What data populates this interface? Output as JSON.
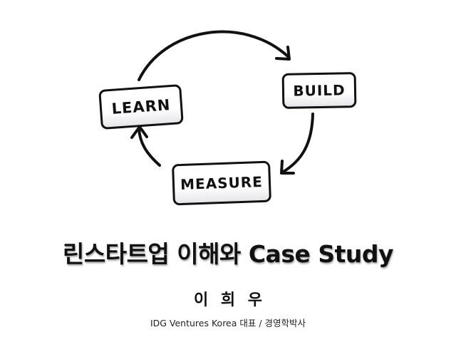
{
  "slide": {
    "diagram": {
      "name": "Build-Measure-Learn loop",
      "stages": [
        {
          "label": "LEARN"
        },
        {
          "label": "BUILD"
        },
        {
          "label": "MEASURE"
        }
      ],
      "line_color": "#111111"
    },
    "title": "린스타트업 이해와 Case Study",
    "author": "이 희 우",
    "affiliation": "IDG Ventures Korea 대표 / 경영학박사"
  }
}
